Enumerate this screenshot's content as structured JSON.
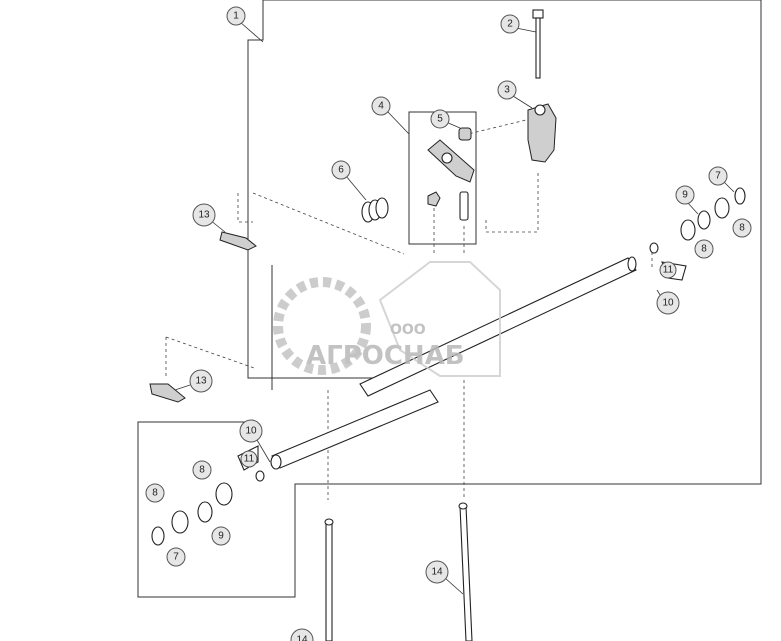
{
  "diagram": {
    "callouts": {
      "c1": "1",
      "c2": "2",
      "c3": "3",
      "c4": "4",
      "c5": "5",
      "c6": "6",
      "c7a": "7",
      "c7b": "7",
      "c8a": "8",
      "c8b": "8",
      "c8c": "8",
      "c8d": "8",
      "c9a": "9",
      "c9b": "9",
      "c10a": "10",
      "c10b": "10",
      "c11a": "11",
      "c11b": "11",
      "c13a": "13",
      "c13b": "13",
      "c14": "14",
      "c14b": "14"
    },
    "watermark": {
      "prefix": "ООО",
      "name": "АГРОСНАБ"
    }
  }
}
